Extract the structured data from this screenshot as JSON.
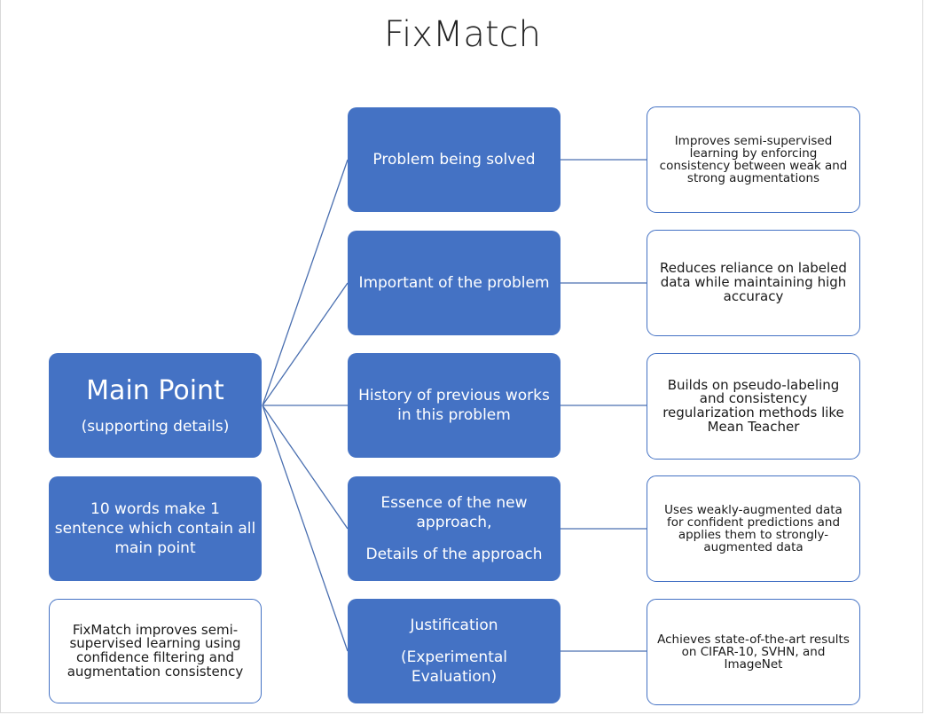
{
  "title": "FixMatch",
  "main_point": {
    "title": "Main Point",
    "subtitle": "(supporting details)"
  },
  "sentence_prompt": "10 words make 1 sentence which contain all main point",
  "summary": "FixMatch improves semi-supervised learning using confidence filtering and augmentation consistency",
  "categories": [
    {
      "label": "Problem being solved",
      "label2": ""
    },
    {
      "label": "Important of the problem",
      "label2": ""
    },
    {
      "label": "History of previous works in this problem",
      "label2": ""
    },
    {
      "label": "Essence of the new approach,",
      "label2": "Details of the approach"
    },
    {
      "label": "Justification",
      "label2": "(Experimental Evaluation)"
    }
  ],
  "details": [
    "Improves semi-supervised learning by enforcing consistency between weak and strong augmentations",
    "Reduces reliance on labeled data while maintaining high accuracy",
    "Builds on pseudo-labeling and consistency regularization methods like Mean Teacher",
    "Uses weakly-augmented data for confident predictions and applies them to strongly-augmented data",
    "Achieves state-of-the-art results on CIFAR-10, SVHN, and ImageNet"
  ],
  "colors": {
    "box_fill": "#4472c4",
    "box_outline": "#4472c4",
    "connector": "#4a6fb0"
  }
}
